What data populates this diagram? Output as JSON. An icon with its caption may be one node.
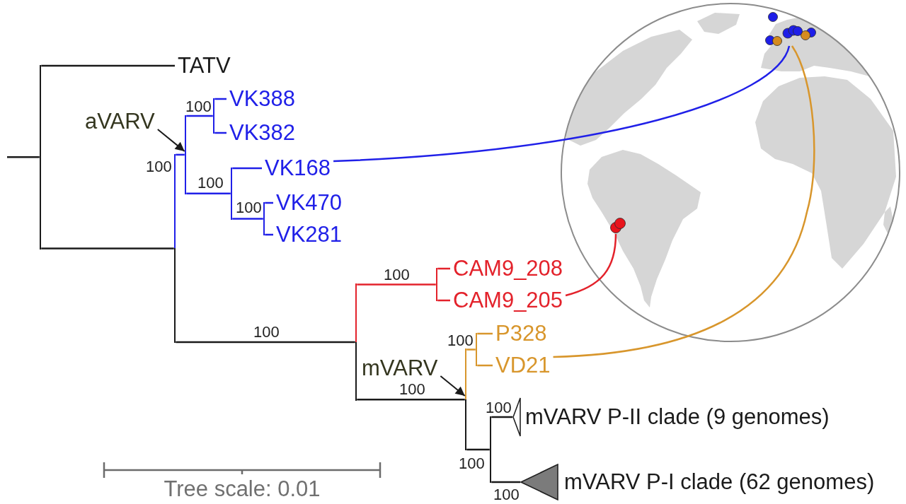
{
  "diagram": {
    "nodes": [
      {
        "text": [],
        "shape": "bar"
      },
      {
        "text": [
          "TATV"
        ]
      },
      {
        "text": [],
        "shape": "bar"
      },
      {
        "text": [
          "aVARV"
        ]
      },
      {
        "text": [],
        "shape": "bar"
      },
      {
        "text": [],
        "shape": "bar"
      },
      {
        "text": [
          "VK388"
        ]
      },
      {
        "text": [
          "VK382"
        ]
      },
      {
        "text": [],
        "shape": "bar"
      },
      {
        "text": [
          "VK168"
        ]
      },
      {
        "text": [],
        "shape": "bar"
      },
      {
        "text": [
          "VK470"
        ]
      },
      {
        "text": [
          "VK281"
        ]
      },
      {
        "text": [],
        "shape": "bar"
      },
      {
        "text": [],
        "shape": "bar"
      },
      {
        "text": [
          "CAM9_208"
        ]
      },
      {
        "text": [
          "CAM9_205"
        ]
      },
      {
        "text": [],
        "shape": "bar"
      },
      {
        "text": [
          "mVARV"
        ]
      },
      {
        "text": [],
        "shape": "bar"
      },
      {
        "text": [
          "P328"
        ]
      },
      {
        "text": [
          "VD21"
        ]
      },
      {
        "text": [],
        "shape": "bar"
      },
      {
        "text": [
          "mVARV P-II clade (9 genomes)"
        ]
      },
      {
        "text": [
          "mVARV P-I clade (62 genomes)"
        ]
      },
      {
        "text": [],
        "shape": "circle"
      },
      {
        "text": [],
        "shape": "circle"
      }
    ],
    "edges": [
      {
        "from": null,
        "to": 0,
        "arrow": "none"
      },
      {
        "from": 0,
        "to": 1,
        "arrow": "none"
      },
      {
        "from": 0,
        "to": 2,
        "arrow": "none"
      },
      {
        "from": 2,
        "to": 4,
        "arrow": "none",
        "label": "100",
        "color": "#2020e8"
      },
      {
        "from": 4,
        "to": 5,
        "arrow": "none",
        "label": "100",
        "color": "#2020e8"
      },
      {
        "from": 5,
        "to": 6,
        "arrow": "none",
        "color": "#2020e8"
      },
      {
        "from": 5,
        "to": 7,
        "arrow": "none",
        "color": "#2020e8"
      },
      {
        "from": 4,
        "to": 8,
        "arrow": "none",
        "label": "100",
        "color": "#2020e8"
      },
      {
        "from": 8,
        "to": 9,
        "arrow": "none",
        "color": "#2020e8"
      },
      {
        "from": 8,
        "to": 10,
        "arrow": "none",
        "label": "100",
        "color": "#2020e8"
      },
      {
        "from": 10,
        "to": 11,
        "arrow": "none",
        "color": "#2020e8"
      },
      {
        "from": 10,
        "to": 12,
        "arrow": "none",
        "color": "#2020e8"
      },
      {
        "from": 2,
        "to": 13,
        "arrow": "none",
        "label": "100"
      },
      {
        "from": 13,
        "to": 14,
        "arrow": "none",
        "label": "100",
        "color": "#e3222b"
      },
      {
        "from": 14,
        "to": 15,
        "arrow": "none",
        "color": "#e3222b"
      },
      {
        "from": 14,
        "to": 16,
        "arrow": "none",
        "color": "#e3222b"
      },
      {
        "from": 13,
        "to": 17,
        "arrow": "none",
        "label": "100"
      },
      {
        "from": 17,
        "to": 19,
        "arrow": "none",
        "label": "100",
        "color": "#d8962c"
      },
      {
        "from": 19,
        "to": 20,
        "arrow": "none",
        "color": "#d8962c"
      },
      {
        "from": 19,
        "to": 21,
        "arrow": "none",
        "color": "#d8962c"
      },
      {
        "from": 17,
        "to": 22,
        "arrow": "none",
        "label": "100"
      },
      {
        "from": 22,
        "to": 23,
        "arrow": "none",
        "label": "100"
      },
      {
        "from": 22,
        "to": 24,
        "arrow": "none",
        "label": "100"
      },
      {
        "from": 3,
        "to": 4,
        "arrow": "to"
      },
      {
        "from": 18,
        "to": 17,
        "arrow": "to"
      },
      {
        "from": 9,
        "to": 25,
        "arrow": "none",
        "color": "#2020e8"
      },
      {
        "from": 16,
        "to": 26,
        "arrow": "none",
        "color": "#e3222b"
      },
      {
        "from": 21,
        "to": 25,
        "arrow": "none",
        "color": "#d8962c"
      }
    ],
    "labels": [
      "Tree scale: 0.01"
    ]
  }
}
